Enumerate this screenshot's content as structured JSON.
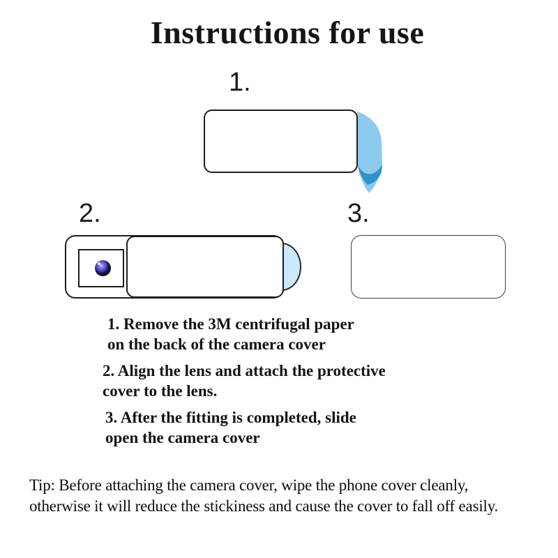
{
  "title": "Instructions for use",
  "steps": [
    {
      "label": "1."
    },
    {
      "label": "2."
    },
    {
      "label": "3."
    }
  ],
  "instructions": [
    {
      "line1": "1. Remove the 3M centrifugal paper",
      "line2": "on the back of the camera cover"
    },
    {
      "line1": "2. Align the lens and attach the protective",
      "line2": "cover to the lens."
    },
    {
      "line1": "3. After the fitting is completed, slide",
      "line2": "open the camera cover"
    }
  ],
  "tip": {
    "line1": "Tip: Before attaching the camera cover, wipe the phone cover cleanly,",
    "line2": "otherwise it will reduce the stickiness and cause the cover to fall off easily."
  },
  "colors": {
    "peel_light": "#8BCAEE",
    "peel_dark": "#2E93C6",
    "tab_fill": "#CBE9FA",
    "outline": "#1C1C1C",
    "text": "#141414"
  },
  "icons": {
    "camera_lens": "camera-lens-icon",
    "sticker_peel": "sticker-peel-graphic",
    "slider_tab": "slider-tab-graphic"
  }
}
